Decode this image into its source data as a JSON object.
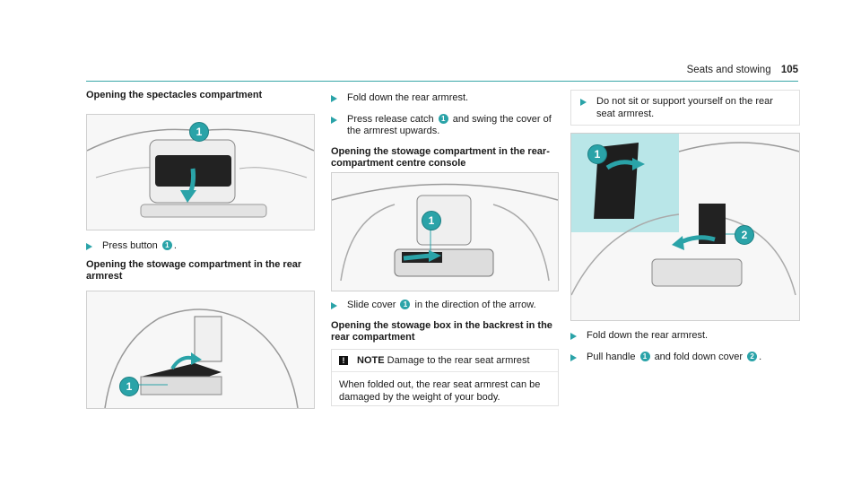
{
  "header": {
    "section": "Seats and stowing",
    "page_number": "105"
  },
  "col1": {
    "heading1": "Opening the spectacles compartment",
    "step1": "Press button",
    "step1_num": "1",
    "step1_end": ".",
    "heading2": "Opening the stowage compartment in the rear armrest",
    "fig1_callout": "1",
    "fig2_callout": "1"
  },
  "col2": {
    "step1": "Fold down the rear armrest.",
    "step2_a": "Press release catch",
    "step2_num": "1",
    "step2_b": "and swing the cover of the armrest upwards.",
    "heading1": "Opening the stowage compartment in the rear-compartment centre console",
    "fig_callout": "1",
    "step3_a": "Slide cover",
    "step3_num": "1",
    "step3_b": "in the direction of the arrow.",
    "heading2": "Opening the stowage box in the backrest in the rear compartment",
    "note_label": "NOTE",
    "note_title": "Damage to the rear seat armrest",
    "note_body": "When folded out, the rear seat armrest can be damaged by the weight of your body."
  },
  "col3": {
    "info": "Do not sit or support yourself on the rear seat armrest.",
    "fig_callout1": "1",
    "fig_callout2": "2",
    "step1": "Fold down the rear armrest.",
    "step2_a": "Pull handle",
    "step2_num1": "1",
    "step2_b": "and fold down cover",
    "step2_num2": "2",
    "step2_end": "."
  },
  "colors": {
    "accent": "#2aa3a8",
    "panel": "#b9e6e8"
  }
}
